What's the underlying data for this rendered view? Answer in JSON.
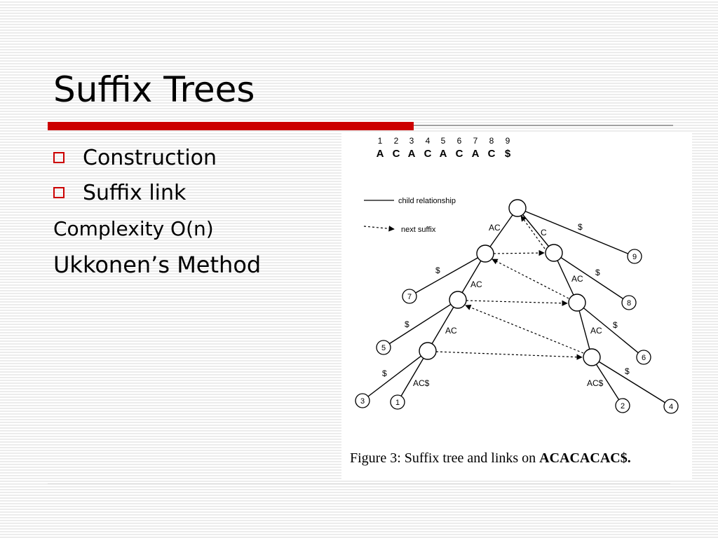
{
  "slide": {
    "title": "Suffix Trees",
    "bullets": [
      "Construction",
      "Suffix link"
    ],
    "lines": [
      "Complexity O(n)",
      "Ukkonen’s Method"
    ]
  },
  "figure": {
    "positions": [
      "1",
      "2",
      "3",
      "4",
      "5",
      "6",
      "7",
      "8",
      "9"
    ],
    "sequence": [
      "A",
      "C",
      "A",
      "C",
      "A",
      "C",
      "A",
      "C",
      "$"
    ],
    "legend": {
      "child": "child relationship",
      "suffix": "next suffix"
    },
    "edge_labels": {
      "root_left": "AC",
      "root_mid": "C",
      "root_right": "$",
      "l1_dollar": "$",
      "l1_ac": "AC",
      "r1_ac": "AC",
      "r1_dollar": "$",
      "l2_dollar": "$",
      "l2_ac": "AC",
      "r2_ac": "AC",
      "r2_dollar": "$",
      "l3_dollar": "$",
      "l3_acd": "AC$",
      "r3_acd": "AC$",
      "r3_dollar": "$"
    },
    "leaves": [
      "1",
      "2",
      "3",
      "4",
      "5",
      "6",
      "7",
      "8",
      "9"
    ],
    "caption_prefix": "Figure 3:  Suffix tree and links on ",
    "caption_string": "ACACACAC$."
  }
}
